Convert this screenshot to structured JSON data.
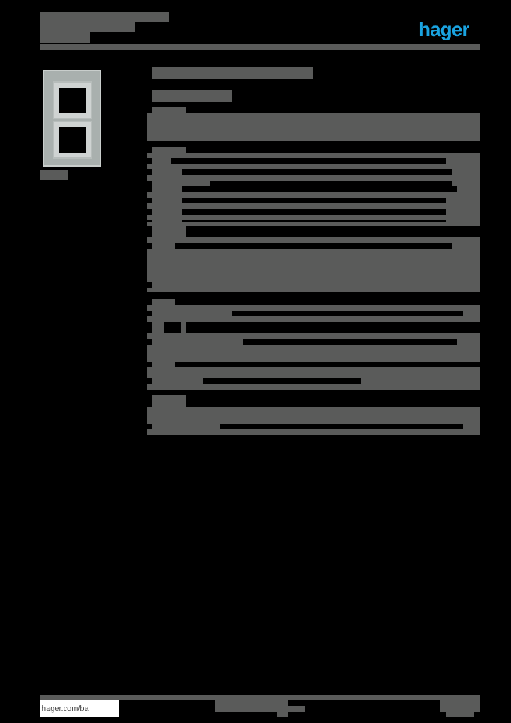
{
  "header": {
    "brand_logo": "hager",
    "brand_color": "#1aa3e0"
  },
  "mask_color": "#5a5b5a",
  "product_image": {
    "alt": "double vertical cover frame, grey glass"
  },
  "footer": {
    "website": "hager.com/ba"
  }
}
